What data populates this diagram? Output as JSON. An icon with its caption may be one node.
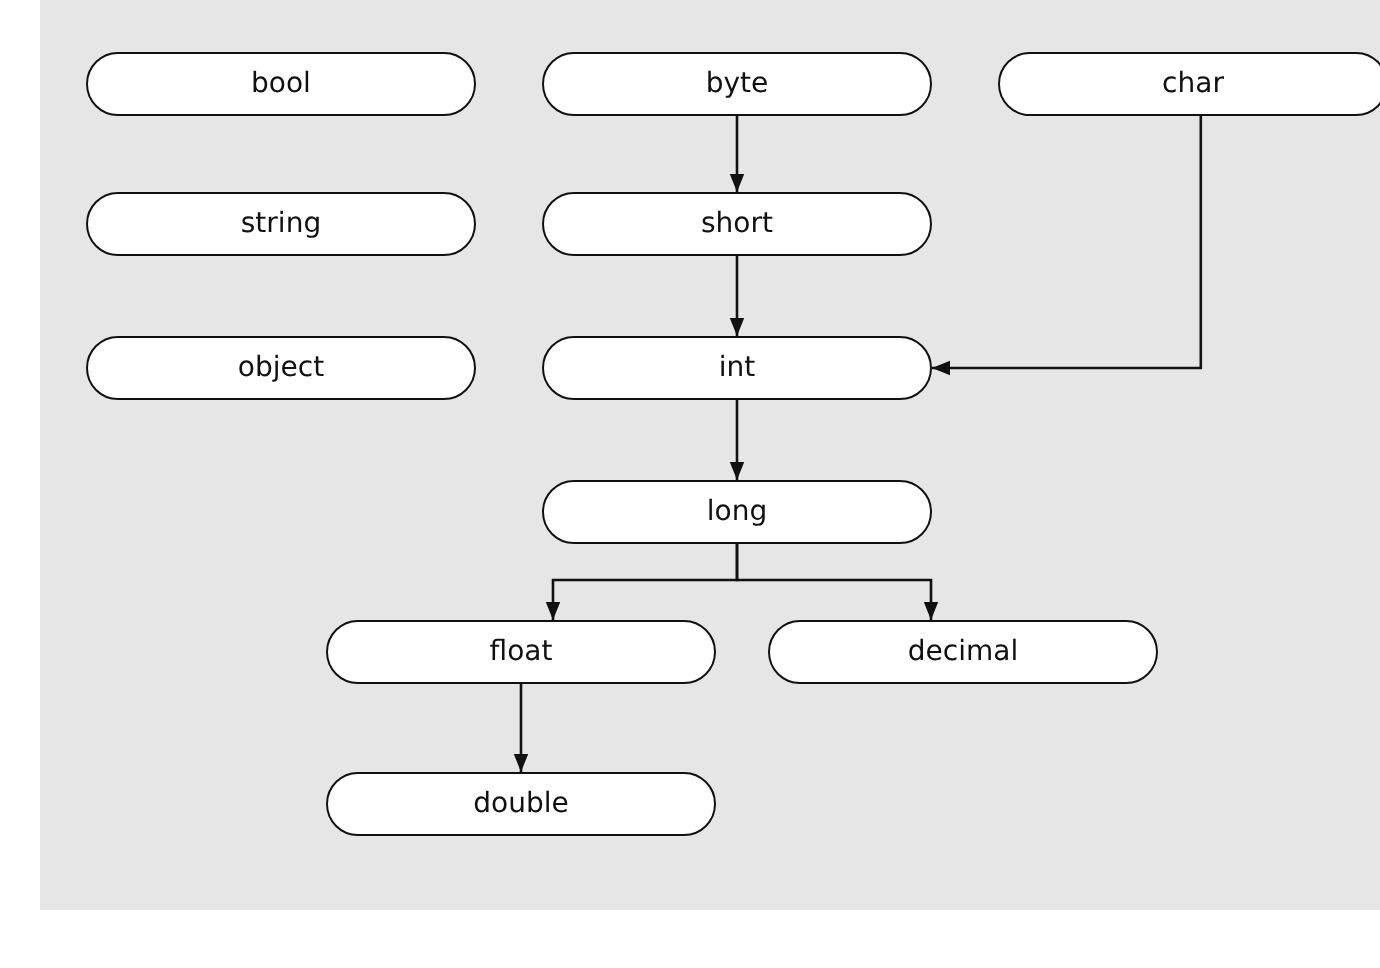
{
  "diagram": {
    "nodes": [
      {
        "text": [
          "bool"
        ]
      },
      {
        "text": [
          "byte"
        ]
      },
      {
        "text": [
          "char"
        ]
      },
      {
        "text": [
          "string"
        ]
      },
      {
        "text": [
          "short"
        ]
      },
      {
        "text": [
          "object"
        ]
      },
      {
        "text": [
          "int"
        ]
      },
      {
        "text": [
          "long"
        ]
      },
      {
        "text": [
          "float"
        ]
      },
      {
        "text": [
          "decimal"
        ]
      },
      {
        "text": [
          "double"
        ]
      }
    ],
    "edges": [
      {
        "from": 1,
        "to": 4,
        "arrow": "to"
      },
      {
        "from": 4,
        "to": 6,
        "arrow": "to"
      },
      {
        "from": 2,
        "to": 6,
        "arrow": "to"
      },
      {
        "from": 6,
        "to": 7,
        "arrow": "to"
      },
      {
        "from": 7,
        "to": 8,
        "arrow": "to"
      },
      {
        "from": 7,
        "to": 9,
        "arrow": "to"
      },
      {
        "from": 8,
        "to": 10,
        "arrow": "to"
      }
    ]
  }
}
